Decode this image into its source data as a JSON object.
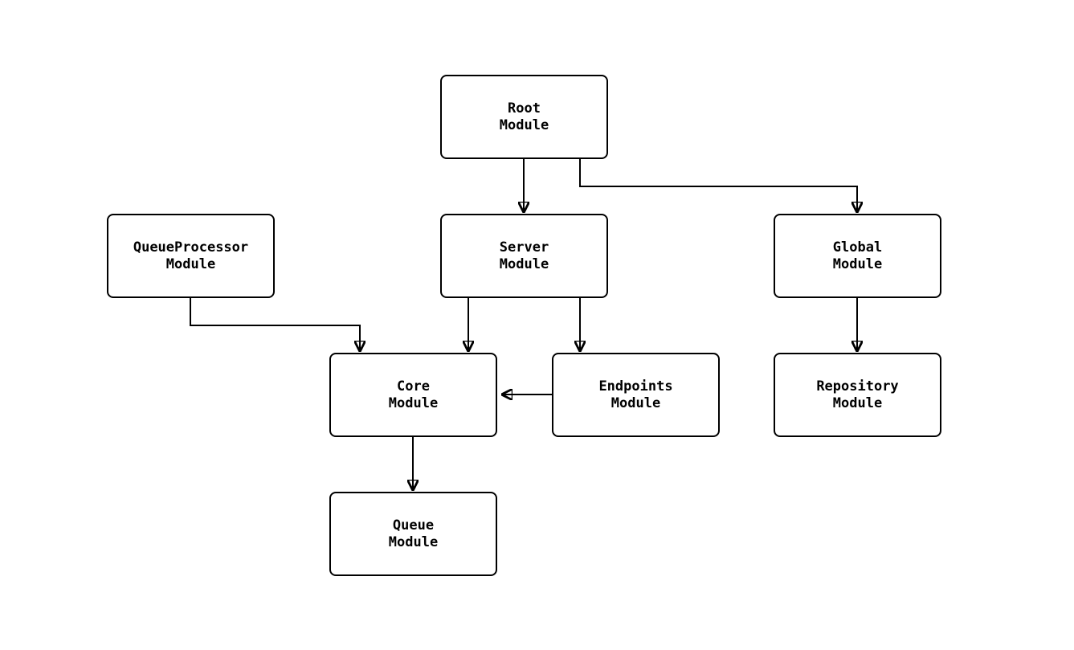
{
  "diagram": {
    "type": "flowchart",
    "background": "#ffffff",
    "node_fill": "#ffffff",
    "node_border_color": "#000000",
    "edge_color": "#000000",
    "nodes": {
      "root": {
        "label": "Root\nModule"
      },
      "server": {
        "label": "Server\nModule"
      },
      "queueprocessor": {
        "label": "QueueProcessor\nModule"
      },
      "global": {
        "label": "Global\nModule"
      },
      "core": {
        "label": "Core\nModule"
      },
      "endpoints": {
        "label": "Endpoints\nModule"
      },
      "repository": {
        "label": "Repository\nModule"
      },
      "queue": {
        "label": "Queue\nModule"
      }
    },
    "edges": [
      {
        "from": "Root Module",
        "to": "Server Module"
      },
      {
        "from": "Root Module",
        "to": "Global Module"
      },
      {
        "from": "QueueProcessor Module",
        "to": "Core Module"
      },
      {
        "from": "Server Module",
        "to": "Core Module"
      },
      {
        "from": "Server Module",
        "to": "Endpoints Module"
      },
      {
        "from": "Endpoints Module",
        "to": "Core Module"
      },
      {
        "from": "Global Module",
        "to": "Repository Module"
      },
      {
        "from": "Core Module",
        "to": "Queue Module"
      }
    ]
  }
}
